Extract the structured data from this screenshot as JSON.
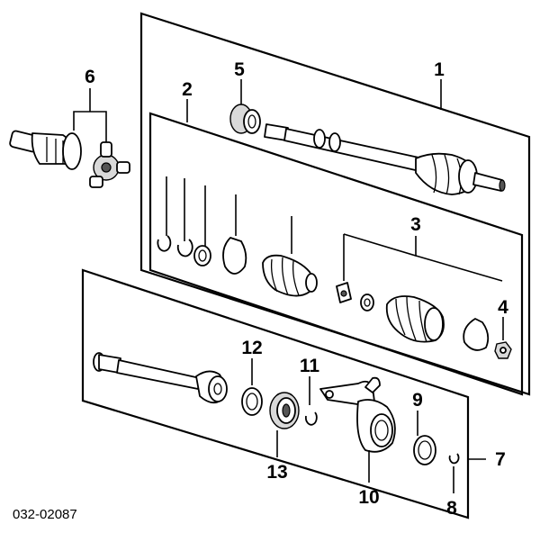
{
  "diagram": {
    "callouts": {
      "c1": "1",
      "c2": "2",
      "c3": "3",
      "c4": "4",
      "c5": "5",
      "c6": "6",
      "c7": "7",
      "c8": "8",
      "c9": "9",
      "c10": "10",
      "c11": "11",
      "c12": "12",
      "c13": "13"
    },
    "reference_code": "032-02087"
  }
}
